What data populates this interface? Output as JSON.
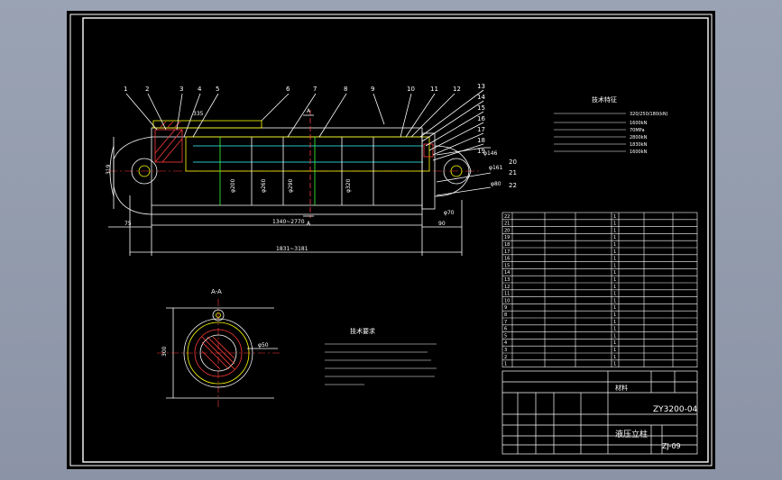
{
  "drawing": {
    "number": "ZY3200-04",
    "title": "液压立柱",
    "code": "ZJ-09",
    "material_label": "材料",
    "section_label": "A-A",
    "section_marker": "A",
    "top_right_title": "技术特征",
    "notes_title": "技术要求"
  },
  "callouts": [
    "1",
    "2",
    "3",
    "4",
    "5",
    "6",
    "7",
    "8",
    "9",
    "10",
    "11",
    "12",
    "13",
    "14",
    "15",
    "16",
    "17",
    "18",
    "19",
    "20",
    "21",
    "22"
  ],
  "dimensions": {
    "overall_length": "1831~3181",
    "stroke": "1340~2770",
    "left_end": "75",
    "right_end": "90",
    "height": "319",
    "right_bore": "φ70",
    "diameters": [
      "φ200",
      "φ260",
      "φ290",
      "φ320"
    ],
    "section_dim": "φ50",
    "section_height": "300",
    "top_dim": "335",
    "right_dim1": "φ146",
    "right_dim2": "φ161",
    "right_dim3": "φ80"
  },
  "spec_values": [
    "320/250/180(kN)",
    "1600kN",
    "70MPa",
    "2800kN",
    "1830kN",
    "1600kN"
  ],
  "bom_rows": [
    [
      "22",
      "",
      "",
      "1",
      ""
    ],
    [
      "21",
      "",
      "",
      "1",
      ""
    ],
    [
      "20",
      "",
      "",
      "1",
      ""
    ],
    [
      "19",
      "",
      "",
      "1",
      ""
    ],
    [
      "18",
      "",
      "",
      "1",
      ""
    ],
    [
      "17",
      "",
      "",
      "1",
      ""
    ],
    [
      "16",
      "",
      "",
      "1",
      ""
    ],
    [
      "15",
      "",
      "",
      "1",
      ""
    ],
    [
      "14",
      "",
      "",
      "1",
      ""
    ],
    [
      "13",
      "",
      "",
      "1",
      ""
    ],
    [
      "12",
      "",
      "",
      "1",
      ""
    ],
    [
      "11",
      "",
      "",
      "1",
      ""
    ],
    [
      "10",
      "",
      "",
      "1",
      ""
    ],
    [
      "9",
      "",
      "",
      "1",
      ""
    ],
    [
      "8",
      "",
      "",
      "1",
      ""
    ],
    [
      "7",
      "",
      "",
      "1",
      ""
    ],
    [
      "6",
      "",
      "",
      "1",
      ""
    ],
    [
      "5",
      "",
      "",
      "1",
      ""
    ],
    [
      "4",
      "",
      "",
      "1",
      ""
    ],
    [
      "3",
      "",
      "",
      "1",
      ""
    ],
    [
      "2",
      "",
      "",
      "1",
      ""
    ],
    [
      "1",
      "",
      "",
      "1",
      ""
    ]
  ],
  "colors": {
    "line": "#ffffff",
    "yellow": "#ffff00",
    "red": "#ff3b3b",
    "green": "#3cff3c",
    "cyan": "#33ffff",
    "magenta": "#ff40ff"
  }
}
